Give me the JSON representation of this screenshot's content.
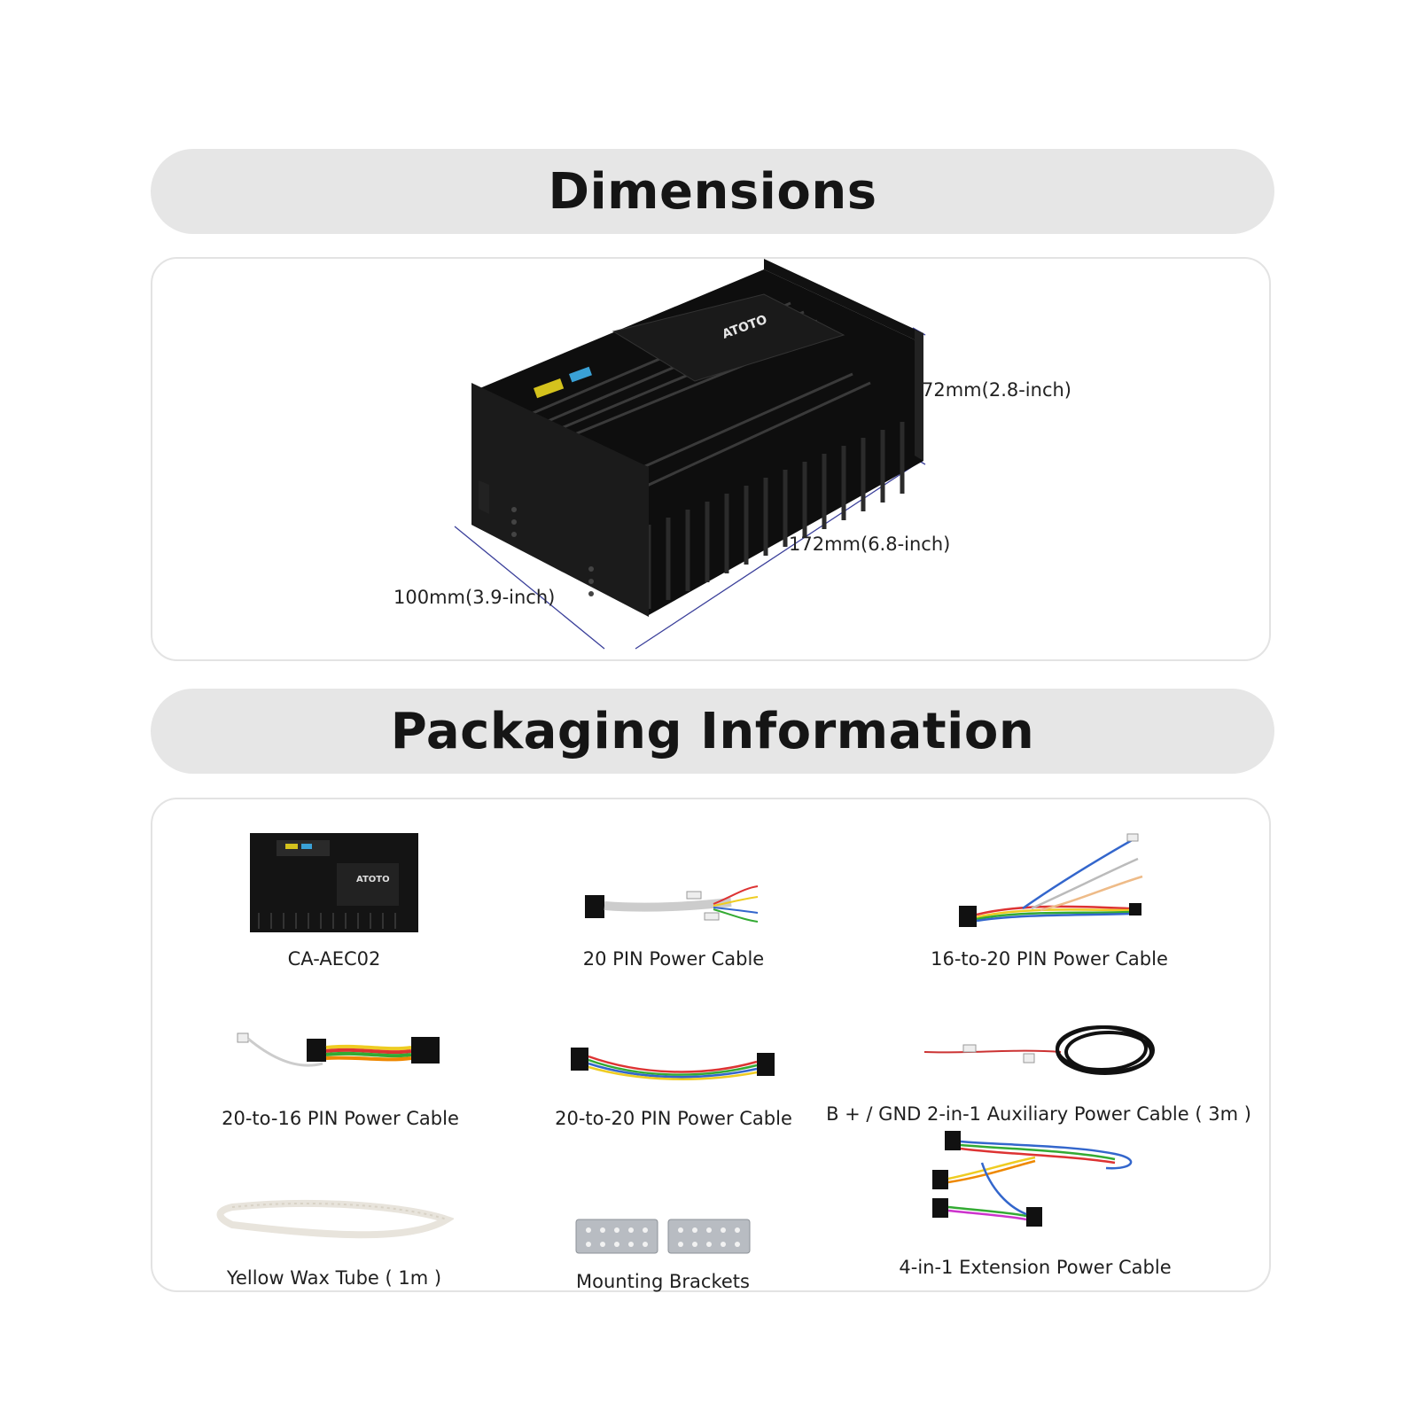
{
  "dimensions": {
    "title": "Dimensions",
    "height_label": "72mm(2.8-inch)",
    "length_label": "172mm(6.8-inch)",
    "width_label": "100mm(3.9-inch)",
    "device_brand": "ATOTO"
  },
  "packaging": {
    "title": "Packaging Information",
    "items": [
      {
        "label": "CA-AEC02",
        "icon": "device-icon"
      },
      {
        "label": "20 PIN Power Cable",
        "icon": "cable-icon"
      },
      {
        "label": "16-to-20 PIN Power Cable",
        "icon": "cable-icon"
      },
      {
        "label": "20-to-16 PIN Power Cable",
        "icon": "cable-icon"
      },
      {
        "label": "20-to-20 PIN Power Cable",
        "icon": "cable-icon"
      },
      {
        "label": "B + / GND 2-in-1 Auxiliary Power Cable ( 3m )",
        "icon": "coiled-cable-icon"
      },
      {
        "label": "Yellow Wax Tube ( 1m )",
        "icon": "wax-tube-icon"
      },
      {
        "label": "Mounting Brackets",
        "icon": "bracket-icon"
      },
      {
        "label": "4-in-1 Extension Power Cable",
        "icon": "harness-icon"
      }
    ]
  }
}
